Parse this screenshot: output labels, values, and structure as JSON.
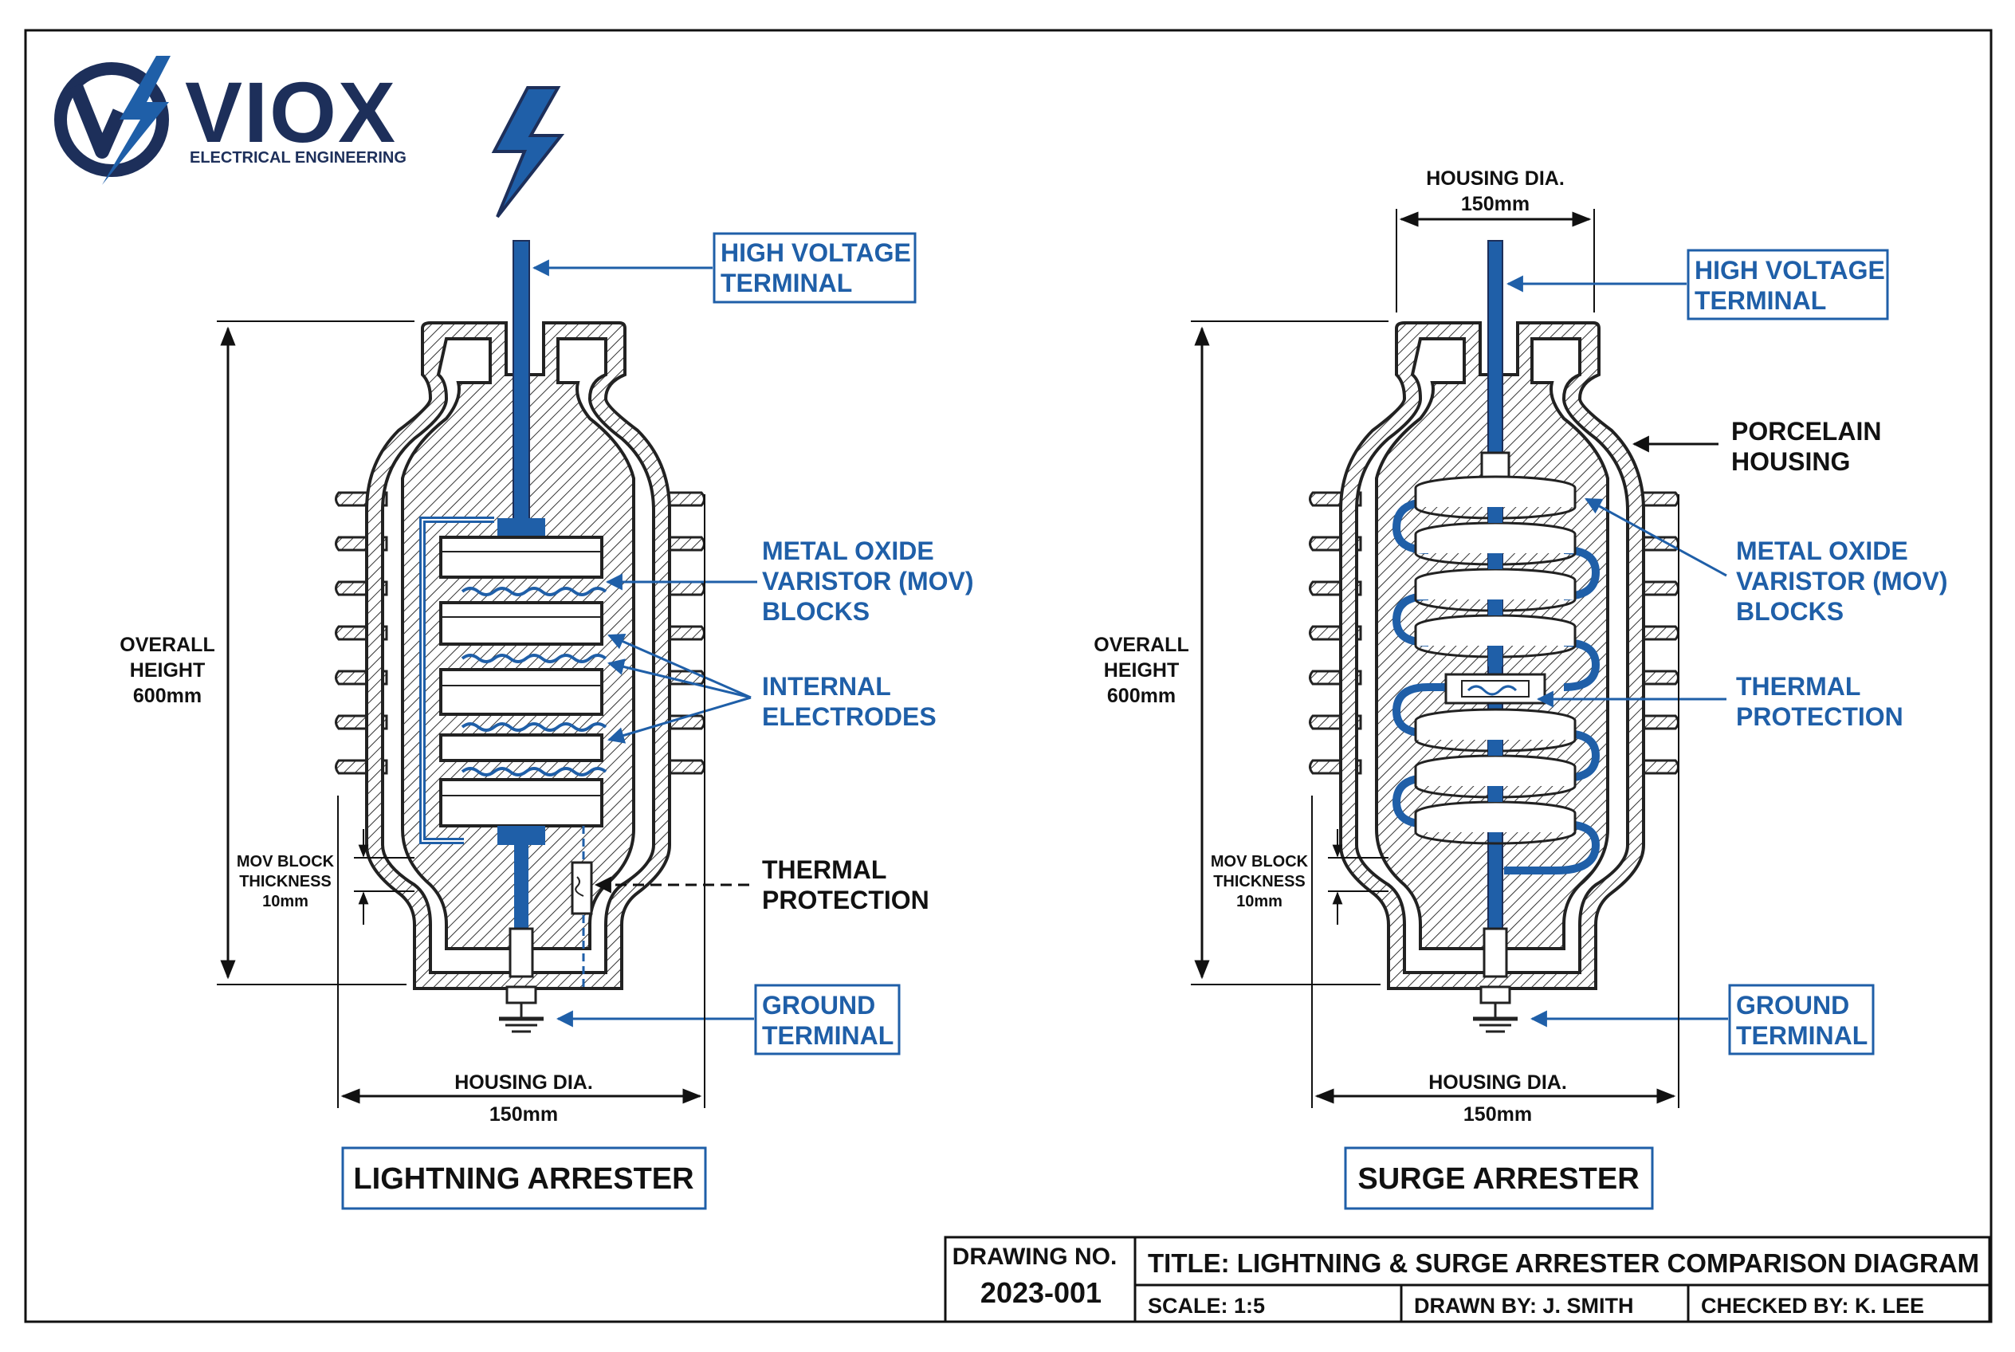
{
  "logo": {
    "brand": "VIOX",
    "subtitle": "ELECTRICAL ENGINEERING"
  },
  "lightning": {
    "caption": "LIGHTNING ARRESTER",
    "hv_terminal": [
      "HIGH VOLTAGE",
      "TERMINAL"
    ],
    "mov_blocks": [
      "METAL OXIDE",
      "VARISTOR (MOV)",
      "BLOCKS"
    ],
    "internal_electrodes": [
      "INTERNAL",
      "ELECTRODES"
    ],
    "thermal_protection": [
      "THERMAL",
      "PROTECTION"
    ],
    "ground_terminal": [
      "GROUND",
      "TERMINAL"
    ],
    "overall_height": [
      "OVERALL",
      "HEIGHT",
      "600mm"
    ],
    "mov_thickness": [
      "MOV BLOCK",
      "THICKNESS",
      "10mm"
    ],
    "housing_dia": [
      "HOUSING DIA.",
      "150mm"
    ]
  },
  "surge": {
    "caption": "SURGE ARRESTER",
    "housing_dia_top": [
      "HOUSING DIA.",
      "150mm"
    ],
    "hv_terminal": [
      "HIGH VOLTAGE",
      "TERMINAL"
    ],
    "porcelain_housing": [
      "PORCELAIN",
      "HOUSING"
    ],
    "mov_blocks": [
      "METAL OXIDE",
      "VARISTOR (MOV)",
      "BLOCKS"
    ],
    "thermal_protection": [
      "THERMAL",
      "PROTECTION"
    ],
    "ground_terminal": [
      "GROUND",
      "TERMINAL"
    ],
    "overall_height": [
      "OVERALL",
      "HEIGHT",
      "600mm"
    ],
    "mov_thickness": [
      "MOV BLOCK",
      "THICKNESS",
      "10mm"
    ],
    "housing_dia": [
      "HOUSING DIA.",
      "150mm"
    ]
  },
  "title_block": {
    "drawing_no_label": "DRAWING NO.",
    "drawing_no": "2023-001",
    "title": "TITLE:  LIGHTNING & SURGE ARRESTER COMPARISON DIAGRAM",
    "scale": "SCALE: 1:5",
    "drawn_by": "DRAWN BY: J. SMITH",
    "checked_by": "CHECKED BY: K. LEE"
  },
  "colors": {
    "accent": "#1f5fa8",
    "navy": "#1d2f5a",
    "ink": "#111111"
  }
}
